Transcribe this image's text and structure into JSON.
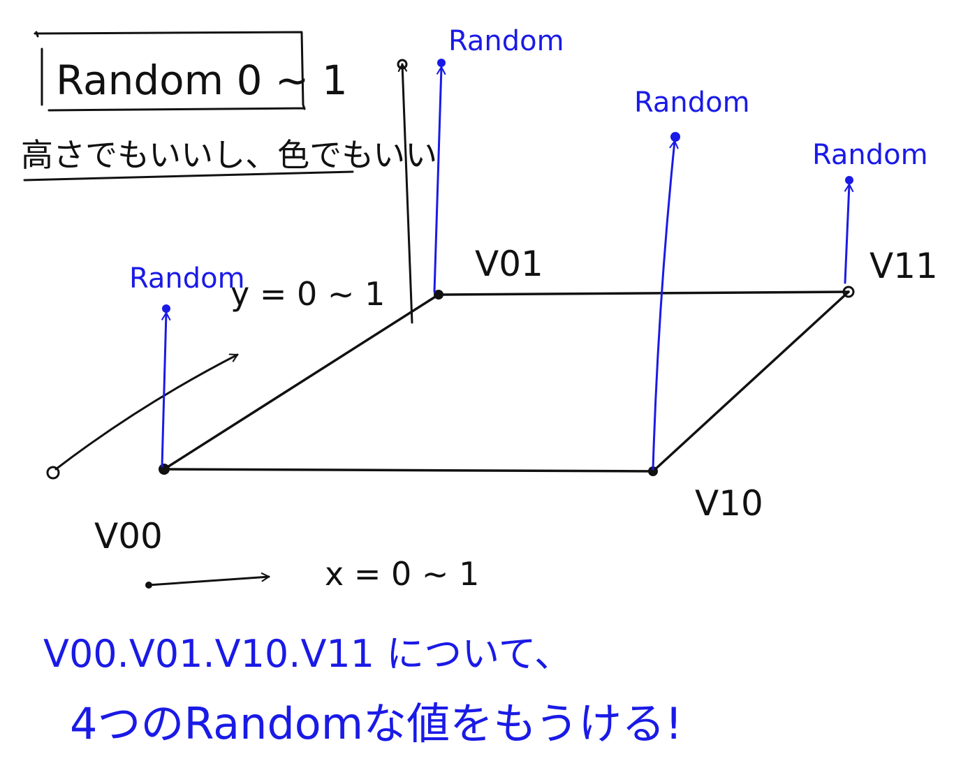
{
  "header": {
    "boxed_title": "Random 0 ~ 1",
    "subtitle": "高さでもいいし、色でもいい"
  },
  "vertices": {
    "v00": "V00",
    "v01": "V01",
    "v10": "V10",
    "v11": "V11"
  },
  "random_label": "Random",
  "axes": {
    "y_label": "y = 0 ~ 1",
    "x_label": "x = 0 ~ 1"
  },
  "footer": {
    "line1": "V00.V01.V10.V11 について、",
    "line2": "4つのRandomな値をもうける!"
  },
  "colors": {
    "ink": "#111111",
    "accent": "#1a1ae6"
  }
}
